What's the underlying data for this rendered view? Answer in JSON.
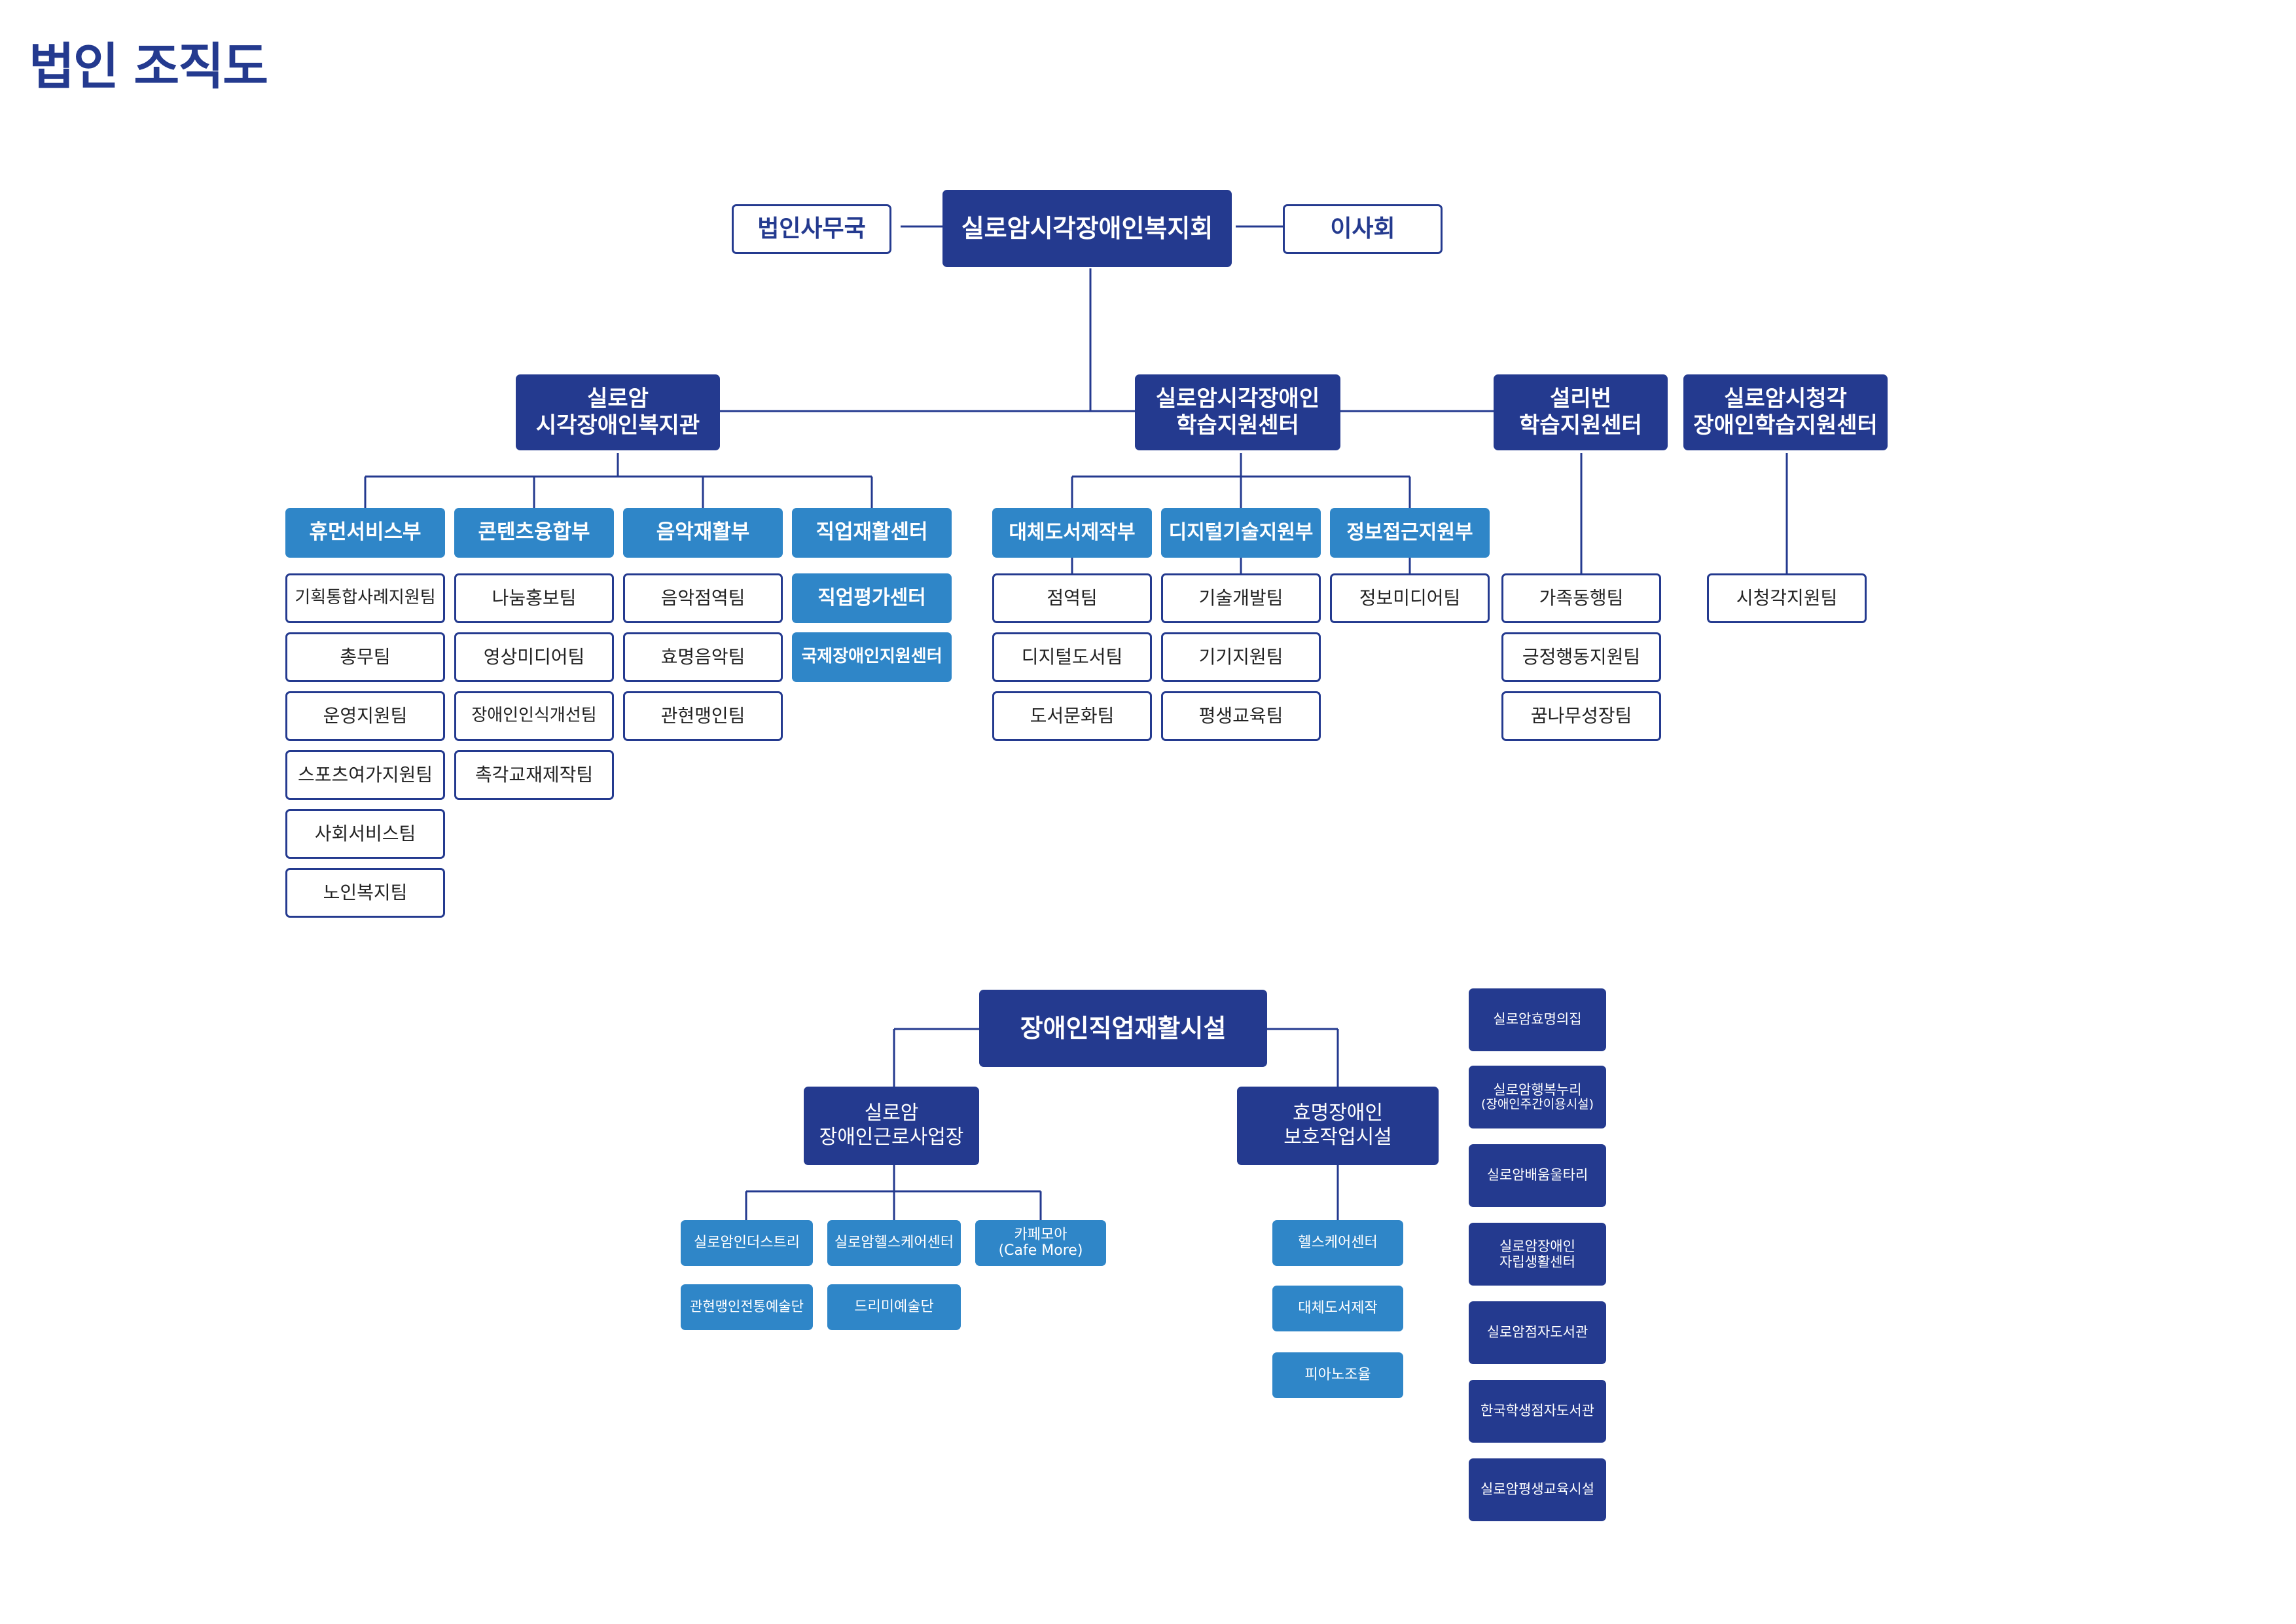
{
  "title": "법인 조직도",
  "colors": {
    "navy": "#243a8f",
    "blue": "#2f86c8",
    "line": "#243a8f"
  },
  "top": {
    "center": "실로암시각장애인복지회",
    "left": "법인사무국",
    "right": "이사회"
  },
  "centers": {
    "welfare": {
      "line1": "실로암",
      "line2": "시각장애인복지관"
    },
    "learning": {
      "line1": "실로암시각장애인",
      "line2": "학습지원센터"
    },
    "seolliber": {
      "line1": "설리번",
      "line2": "학습지원센터"
    },
    "deafblind": {
      "line1": "실로암시청각",
      "line2": "장애인학습지원센터"
    }
  },
  "depts": {
    "human": "휴먼서비스부",
    "content": "콘텐츠융합부",
    "music": "음악재활부",
    "vocational": "직업재활센터",
    "alternative": "대체도서제작부",
    "digital": "디지털기술지원부",
    "access": "정보접근지원부"
  },
  "teams": {
    "human": [
      "기획통합사례지원팀",
      "총무팀",
      "운영지원팀",
      "스포츠여가지원팀",
      "사회서비스팀",
      "노인복지팀"
    ],
    "content": [
      "나눔홍보팀",
      "영상미디어팀",
      "장애인인식개선팀",
      "촉각교재제작팀"
    ],
    "music": [
      "음악점역팀",
      "효명음악팀",
      "관현맹인팀"
    ],
    "vocational": [
      "직업평가센터",
      "국제장애인지원센터"
    ],
    "alternative": [
      "점역팀",
      "디지털도서팀",
      "도서문화팀"
    ],
    "digital": [
      "기술개발팀",
      "기기지원팀",
      "평생교육팀"
    ],
    "access": [
      "정보미디어팀"
    ],
    "seolliber": [
      "가족동행팀",
      "긍정행동지원팀",
      "꿈나무성장팀"
    ],
    "deafblind": [
      "시청각지원팀"
    ]
  },
  "rehab": {
    "root": "장애인직업재활시설",
    "workplace": {
      "line1": "실로암",
      "line2": "장애인근로사업장"
    },
    "sheltered": {
      "line1": "효명장애인",
      "line2": "보호작업시설"
    },
    "workplace_units": [
      "실로암인더스트리",
      "실로암헬스케어센터",
      "카페모아",
      "(Cafe More)",
      "관현맹인전통예술단",
      "드리미예술단"
    ],
    "sheltered_units": [
      "헬스케어센터",
      "대체도서제작",
      "피아노조율"
    ]
  },
  "facilities": [
    {
      "line1": "실로암효명의집",
      "line2": ""
    },
    {
      "line1": "실로암행복누리",
      "line2": "(장애인주간이용시설)"
    },
    {
      "line1": "실로암배움울타리",
      "line2": ""
    },
    {
      "line1": "실로암장애인",
      "line2": "자립생활센터"
    },
    {
      "line1": "실로암점자도서관",
      "line2": ""
    },
    {
      "line1": "한국학생점자도서관",
      "line2": ""
    },
    {
      "line1": "실로암평생교육시설",
      "line2": ""
    }
  ]
}
